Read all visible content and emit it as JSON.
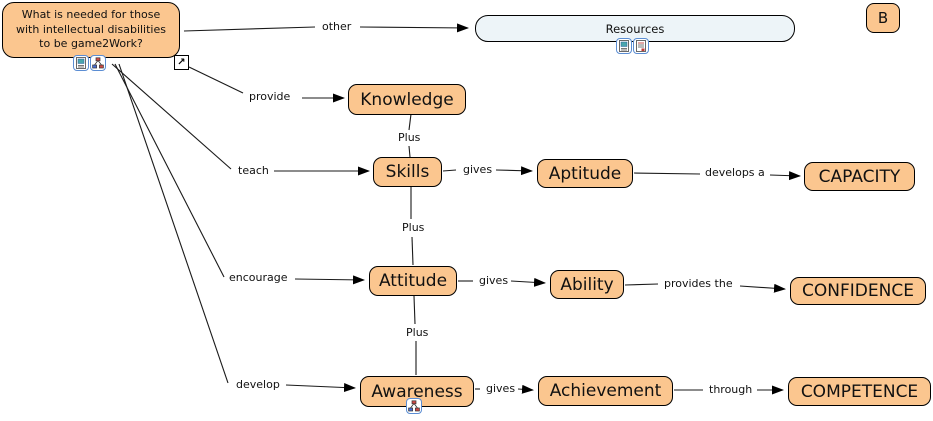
{
  "main_node": {
    "label": "What is needed for those with intellectual disabilities to be game2Work?"
  },
  "annotation": {
    "label": "B"
  },
  "concepts": {
    "resources": {
      "label": "Resources"
    },
    "knowledge": {
      "label": "Knowledge"
    },
    "skills": {
      "label": "Skills"
    },
    "aptitude": {
      "label": "Aptitude"
    },
    "capacity": {
      "label": "CAPACITY"
    },
    "attitude": {
      "label": "Attitude"
    },
    "ability": {
      "label": "Ability"
    },
    "confidence": {
      "label": "CONFIDENCE"
    },
    "awareness": {
      "label": "Awareness"
    },
    "achievement": {
      "label": "Achievement"
    },
    "competence": {
      "label": "COMPETENCE"
    }
  },
  "linking_phrases": {
    "other": {
      "label": "other"
    },
    "provide": {
      "label": "provide"
    },
    "teach": {
      "label": "teach"
    },
    "encourage": {
      "label": "encourage"
    },
    "develop": {
      "label": "develop"
    },
    "gives_skills": {
      "label": "gives"
    },
    "gives_attitude": {
      "label": "gives"
    },
    "gives_awareness": {
      "label": "gives"
    },
    "develops_a": {
      "label": "develops a"
    },
    "provides_the": {
      "label": "provides the"
    },
    "through": {
      "label": "through"
    },
    "plus_knowledge_skills": {
      "label": "Plus"
    },
    "plus_skills_attitude": {
      "label": "Plus"
    },
    "plus_attitude_awareness": {
      "label": "Plus"
    }
  },
  "icons": {
    "main_node": [
      "image-resource-icon",
      "concept-map-icon",
      "shortcut-arrow-icon"
    ],
    "resources_node": [
      "image-resource-icon",
      "document-resource-icon"
    ],
    "awareness_node": [
      "concept-map-icon"
    ]
  },
  "colors": {
    "concept_fill": "#FBC68F",
    "resources_fill": "#EDF4F8",
    "node_border": "#000000",
    "icon_border": "#5B8DD3",
    "line": "#1a1a1a",
    "background": "#FFFFFF"
  }
}
